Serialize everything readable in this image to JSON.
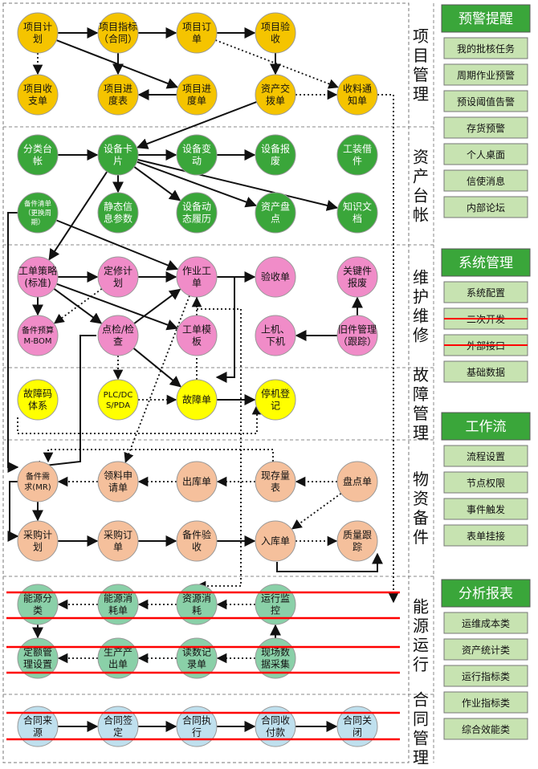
{
  "colors": {
    "project": "#f5c400",
    "asset": "#3aa63a",
    "maint": "#f08cc8",
    "fault": "#ffff00",
    "material": "#f5c09c",
    "energy": "#8ad0a8",
    "contract": "#bfe0ee",
    "panel_header": "#3aa63a",
    "panel_item": "#c7e3b1",
    "strike": "#ff0000"
  },
  "sections": [
    {
      "id": "project",
      "label": "项目管理"
    },
    {
      "id": "asset",
      "label": "资产台帐"
    },
    {
      "id": "maint",
      "label": "维护维修"
    },
    {
      "id": "fault",
      "label": "故障管理"
    },
    {
      "id": "material",
      "label": "物资备件"
    },
    {
      "id": "energy",
      "label": "能源运行"
    },
    {
      "id": "contract",
      "label": "合同管理"
    }
  ],
  "nodes": [
    {
      "id": "p1",
      "label": "项目计\n划",
      "section": "project"
    },
    {
      "id": "p2",
      "label": "项目指标\n（合同）",
      "section": "project"
    },
    {
      "id": "p3",
      "label": "项目订\n单",
      "section": "project"
    },
    {
      "id": "p4",
      "label": "项目验\n收",
      "section": "project"
    },
    {
      "id": "p5",
      "label": "项目收\n支单",
      "section": "project"
    },
    {
      "id": "p6",
      "label": "项目进\n度表",
      "section": "project"
    },
    {
      "id": "p7",
      "label": "项目进\n度单",
      "section": "project"
    },
    {
      "id": "p8",
      "label": "资产交\n拨单",
      "section": "project"
    },
    {
      "id": "p9",
      "label": "收料通\n知单",
      "section": "project"
    },
    {
      "id": "a1",
      "label": "分类台\n帐",
      "section": "asset"
    },
    {
      "id": "a2",
      "label": "设备卡\n片",
      "section": "asset"
    },
    {
      "id": "a3",
      "label": "设备变\n动",
      "section": "asset"
    },
    {
      "id": "a4",
      "label": "设备报\n废",
      "section": "asset"
    },
    {
      "id": "a5",
      "label": "工装借\n件",
      "section": "asset"
    },
    {
      "id": "a6",
      "label": "备件清单\n（更换周\n期）",
      "section": "asset"
    },
    {
      "id": "a7",
      "label": "静态信\n息参数",
      "section": "asset"
    },
    {
      "id": "a8",
      "label": "设备动\n态履历",
      "section": "asset"
    },
    {
      "id": "a9",
      "label": "资产盘\n点",
      "section": "asset"
    },
    {
      "id": "a10",
      "label": "知识文\n档",
      "section": "asset"
    },
    {
      "id": "m1",
      "label": "工单策略\n(标准)",
      "section": "maint"
    },
    {
      "id": "m2",
      "label": "定修计\n划",
      "section": "maint"
    },
    {
      "id": "m3",
      "label": "作业工\n单",
      "section": "maint"
    },
    {
      "id": "m4",
      "label": "验收单",
      "section": "maint"
    },
    {
      "id": "m5",
      "label": "关键件\n报废",
      "section": "maint"
    },
    {
      "id": "m6",
      "label": "备件预算\nM-BOM",
      "section": "maint"
    },
    {
      "id": "m7",
      "label": "点检/检\n查",
      "section": "maint"
    },
    {
      "id": "m8",
      "label": "工单模\n板",
      "section": "maint"
    },
    {
      "id": "m9",
      "label": "上机、\n下机",
      "section": "maint"
    },
    {
      "id": "m10",
      "label": "旧件管理\n（跟踪）",
      "section": "maint"
    },
    {
      "id": "f1",
      "label": "故障码\n体系",
      "section": "fault"
    },
    {
      "id": "f2",
      "label": "PLC/DC\nS/PDA",
      "section": "fault"
    },
    {
      "id": "f3",
      "label": "故障单",
      "section": "fault"
    },
    {
      "id": "f4",
      "label": "停机登\n记",
      "section": "fault"
    },
    {
      "id": "w1",
      "label": "备件需\n求(MR)",
      "section": "material"
    },
    {
      "id": "w2",
      "label": "领料申\n请单",
      "section": "material"
    },
    {
      "id": "w3",
      "label": "出库单",
      "section": "material"
    },
    {
      "id": "w4",
      "label": "现存量\n表",
      "section": "material"
    },
    {
      "id": "w5",
      "label": "盘点单",
      "section": "material"
    },
    {
      "id": "w6",
      "label": "采购计\n划",
      "section": "material"
    },
    {
      "id": "w7",
      "label": "采购订\n单",
      "section": "material"
    },
    {
      "id": "w8",
      "label": "备件验\n收",
      "section": "material"
    },
    {
      "id": "w9",
      "label": "入库单",
      "section": "material"
    },
    {
      "id": "w10",
      "label": "质量跟\n踪",
      "section": "material"
    },
    {
      "id": "e1",
      "label": "能源分\n类",
      "section": "energy"
    },
    {
      "id": "e2",
      "label": "能源消\n耗单",
      "section": "energy"
    },
    {
      "id": "e3",
      "label": "资源消\n耗",
      "section": "energy"
    },
    {
      "id": "e4",
      "label": "运行监\n控",
      "section": "energy"
    },
    {
      "id": "e5",
      "label": "定额管\n理设置",
      "section": "energy"
    },
    {
      "id": "e6",
      "label": "生产产\n出单",
      "section": "energy"
    },
    {
      "id": "e7",
      "label": "读数记\n录单",
      "section": "energy"
    },
    {
      "id": "e8",
      "label": "现场数\n据采集",
      "section": "energy"
    },
    {
      "id": "c1",
      "label": "合同来\n源",
      "section": "contract"
    },
    {
      "id": "c2",
      "label": "合同签\n定",
      "section": "contract"
    },
    {
      "id": "c3",
      "label": "合同执\n行",
      "section": "contract"
    },
    {
      "id": "c4",
      "label": "合同收\n付款",
      "section": "contract"
    },
    {
      "id": "c5",
      "label": "合同关\n闭",
      "section": "contract"
    }
  ],
  "edges": [
    {
      "from": "p1",
      "to": "p2",
      "style": "solid"
    },
    {
      "from": "p2",
      "to": "p3",
      "style": "solid"
    },
    {
      "from": "p3",
      "to": "p4",
      "style": "solid"
    },
    {
      "from": "p1",
      "to": "p5",
      "style": "dashed"
    },
    {
      "from": "p2",
      "to": "p6",
      "style": "solid"
    },
    {
      "from": "p7",
      "to": "p6",
      "style": "solid"
    },
    {
      "from": "p1",
      "to": "p7",
      "style": "solid"
    },
    {
      "from": "p4",
      "to": "p8",
      "style": "solid"
    },
    {
      "from": "p3",
      "to": "p9",
      "style": "dashed"
    },
    {
      "from": "p8",
      "to": "p9",
      "style": "dashed"
    },
    {
      "from": "p8",
      "to": "a2",
      "style": "solid"
    },
    {
      "from": "a1",
      "to": "a2",
      "style": "solid"
    },
    {
      "from": "a2",
      "to": "a3",
      "style": "solid"
    },
    {
      "from": "a3",
      "to": "a4",
      "style": "solid"
    },
    {
      "from": "a2",
      "to": "a7",
      "style": "solid"
    },
    {
      "from": "a2",
      "to": "a8",
      "style": "solid"
    },
    {
      "from": "a2",
      "to": "a9",
      "style": "solid"
    },
    {
      "from": "a2",
      "to": "a10",
      "style": "solid"
    },
    {
      "from": "a2",
      "to": "m1",
      "style": "solid"
    },
    {
      "from": "a6",
      "to": "m3",
      "style": "solid"
    },
    {
      "from": "m1",
      "to": "m2",
      "style": "solid"
    },
    {
      "from": "m2",
      "to": "m3",
      "style": "solid"
    },
    {
      "from": "m3",
      "to": "m4",
      "style": "solid"
    },
    {
      "from": "m1",
      "to": "m6",
      "style": "solid"
    },
    {
      "from": "m1",
      "to": "m7",
      "style": "solid"
    },
    {
      "from": "m1",
      "to": "m8",
      "style": "solid"
    },
    {
      "from": "m2",
      "to": "m6",
      "style": "dashed"
    },
    {
      "from": "m7",
      "to": "m3",
      "style": "solid"
    },
    {
      "from": "m10",
      "to": "m9",
      "style": "solid"
    },
    {
      "from": "m10",
      "to": "m5",
      "style": "solid"
    },
    {
      "from": "m7",
      "to": "f2",
      "style": "dashed"
    },
    {
      "from": "m7",
      "to": "f3",
      "style": "solid"
    },
    {
      "from": "f2",
      "to": "f3",
      "style": "dashed"
    },
    {
      "from": "f3",
      "to": "f4",
      "style": "solid"
    },
    {
      "from": "f3",
      "to": "m3",
      "style": "dashed"
    },
    {
      "from": "m3",
      "to": "w2",
      "style": "dashed"
    },
    {
      "from": "w2",
      "to": "w1",
      "style": "dashed"
    },
    {
      "from": "w3",
      "to": "w2",
      "style": "dashed"
    },
    {
      "from": "w4",
      "to": "w3",
      "style": "dashed"
    },
    {
      "from": "w5",
      "to": "w4",
      "style": "dashed"
    },
    {
      "from": "w5",
      "to": "w9",
      "style": "dashed"
    },
    {
      "from": "w1",
      "to": "w6",
      "style": "solid"
    },
    {
      "from": "w6",
      "to": "w7",
      "style": "solid"
    },
    {
      "from": "w7",
      "to": "w8",
      "style": "solid"
    },
    {
      "from": "w8",
      "to": "w9",
      "style": "solid"
    },
    {
      "from": "w9",
      "to": "w10",
      "style": "dashed"
    },
    {
      "from": "e1",
      "to": "e5",
      "style": "solid"
    },
    {
      "from": "e2",
      "to": "e1",
      "style": "dashed"
    },
    {
      "from": "e3",
      "to": "e2",
      "style": "dashed"
    },
    {
      "from": "e4",
      "to": "e3",
      "style": "dashed"
    },
    {
      "from": "e6",
      "to": "e5",
      "style": "dashed"
    },
    {
      "from": "e7",
      "to": "e6",
      "style": "dashed"
    },
    {
      "from": "e8",
      "to": "e7",
      "style": "dashed"
    },
    {
      "from": "e8",
      "to": "e4",
      "style": "solid"
    },
    {
      "from": "c1",
      "to": "c2",
      "style": "solid"
    },
    {
      "from": "c2",
      "to": "c3",
      "style": "solid"
    },
    {
      "from": "c3",
      "to": "c4",
      "style": "solid"
    },
    {
      "from": "c4",
      "to": "c5",
      "style": "solid"
    }
  ],
  "panels": [
    {
      "header": "预警提醒",
      "items": [
        {
          "label": "我的批核任务",
          "struck": false
        },
        {
          "label": "周期作业预警",
          "struck": false
        },
        {
          "label": "预设阈值告警",
          "struck": false
        },
        {
          "label": "存货预警",
          "struck": false
        },
        {
          "label": "个人桌面",
          "struck": false
        },
        {
          "label": "信使消息",
          "struck": false
        },
        {
          "label": "内部论坛",
          "struck": false
        }
      ]
    },
    {
      "header": "系统管理",
      "items": [
        {
          "label": "系统配置",
          "struck": false
        },
        {
          "label": "二次开发",
          "struck": true
        },
        {
          "label": "外部接口",
          "struck": true
        },
        {
          "label": "基础数据",
          "struck": false
        }
      ]
    },
    {
      "header": "工作流",
      "items": [
        {
          "label": "流程设置",
          "struck": false
        },
        {
          "label": "节点权限",
          "struck": false
        },
        {
          "label": "事件触发",
          "struck": false
        },
        {
          "label": "表单挂接",
          "struck": false
        }
      ]
    },
    {
      "header": "分析报表",
      "items": [
        {
          "label": "运维成本类",
          "struck": false
        },
        {
          "label": "资产统计类",
          "struck": false
        },
        {
          "label": "运行指标类",
          "struck": false
        },
        {
          "label": "作业指标类",
          "struck": false
        },
        {
          "label": "综合效能类",
          "struck": false
        }
      ]
    }
  ]
}
